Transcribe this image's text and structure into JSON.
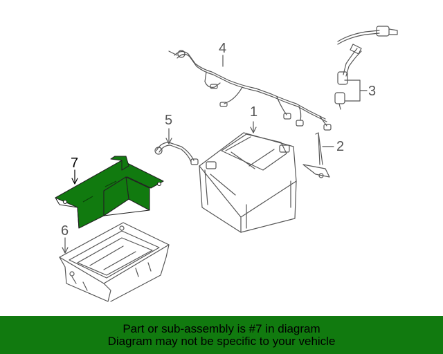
{
  "callouts": {
    "c1": "1",
    "c2": "2",
    "c3": "3",
    "c4": "4",
    "c5": "5",
    "c6": "6",
    "c7": "7"
  },
  "banner": {
    "line1": "Part or sub-assembly is #7 in diagram",
    "line2": "Diagram may not be specific to your vehicle"
  },
  "colors": {
    "highlight": "#117a0f",
    "banner_bg": "#117a0f",
    "line": "#555555"
  }
}
